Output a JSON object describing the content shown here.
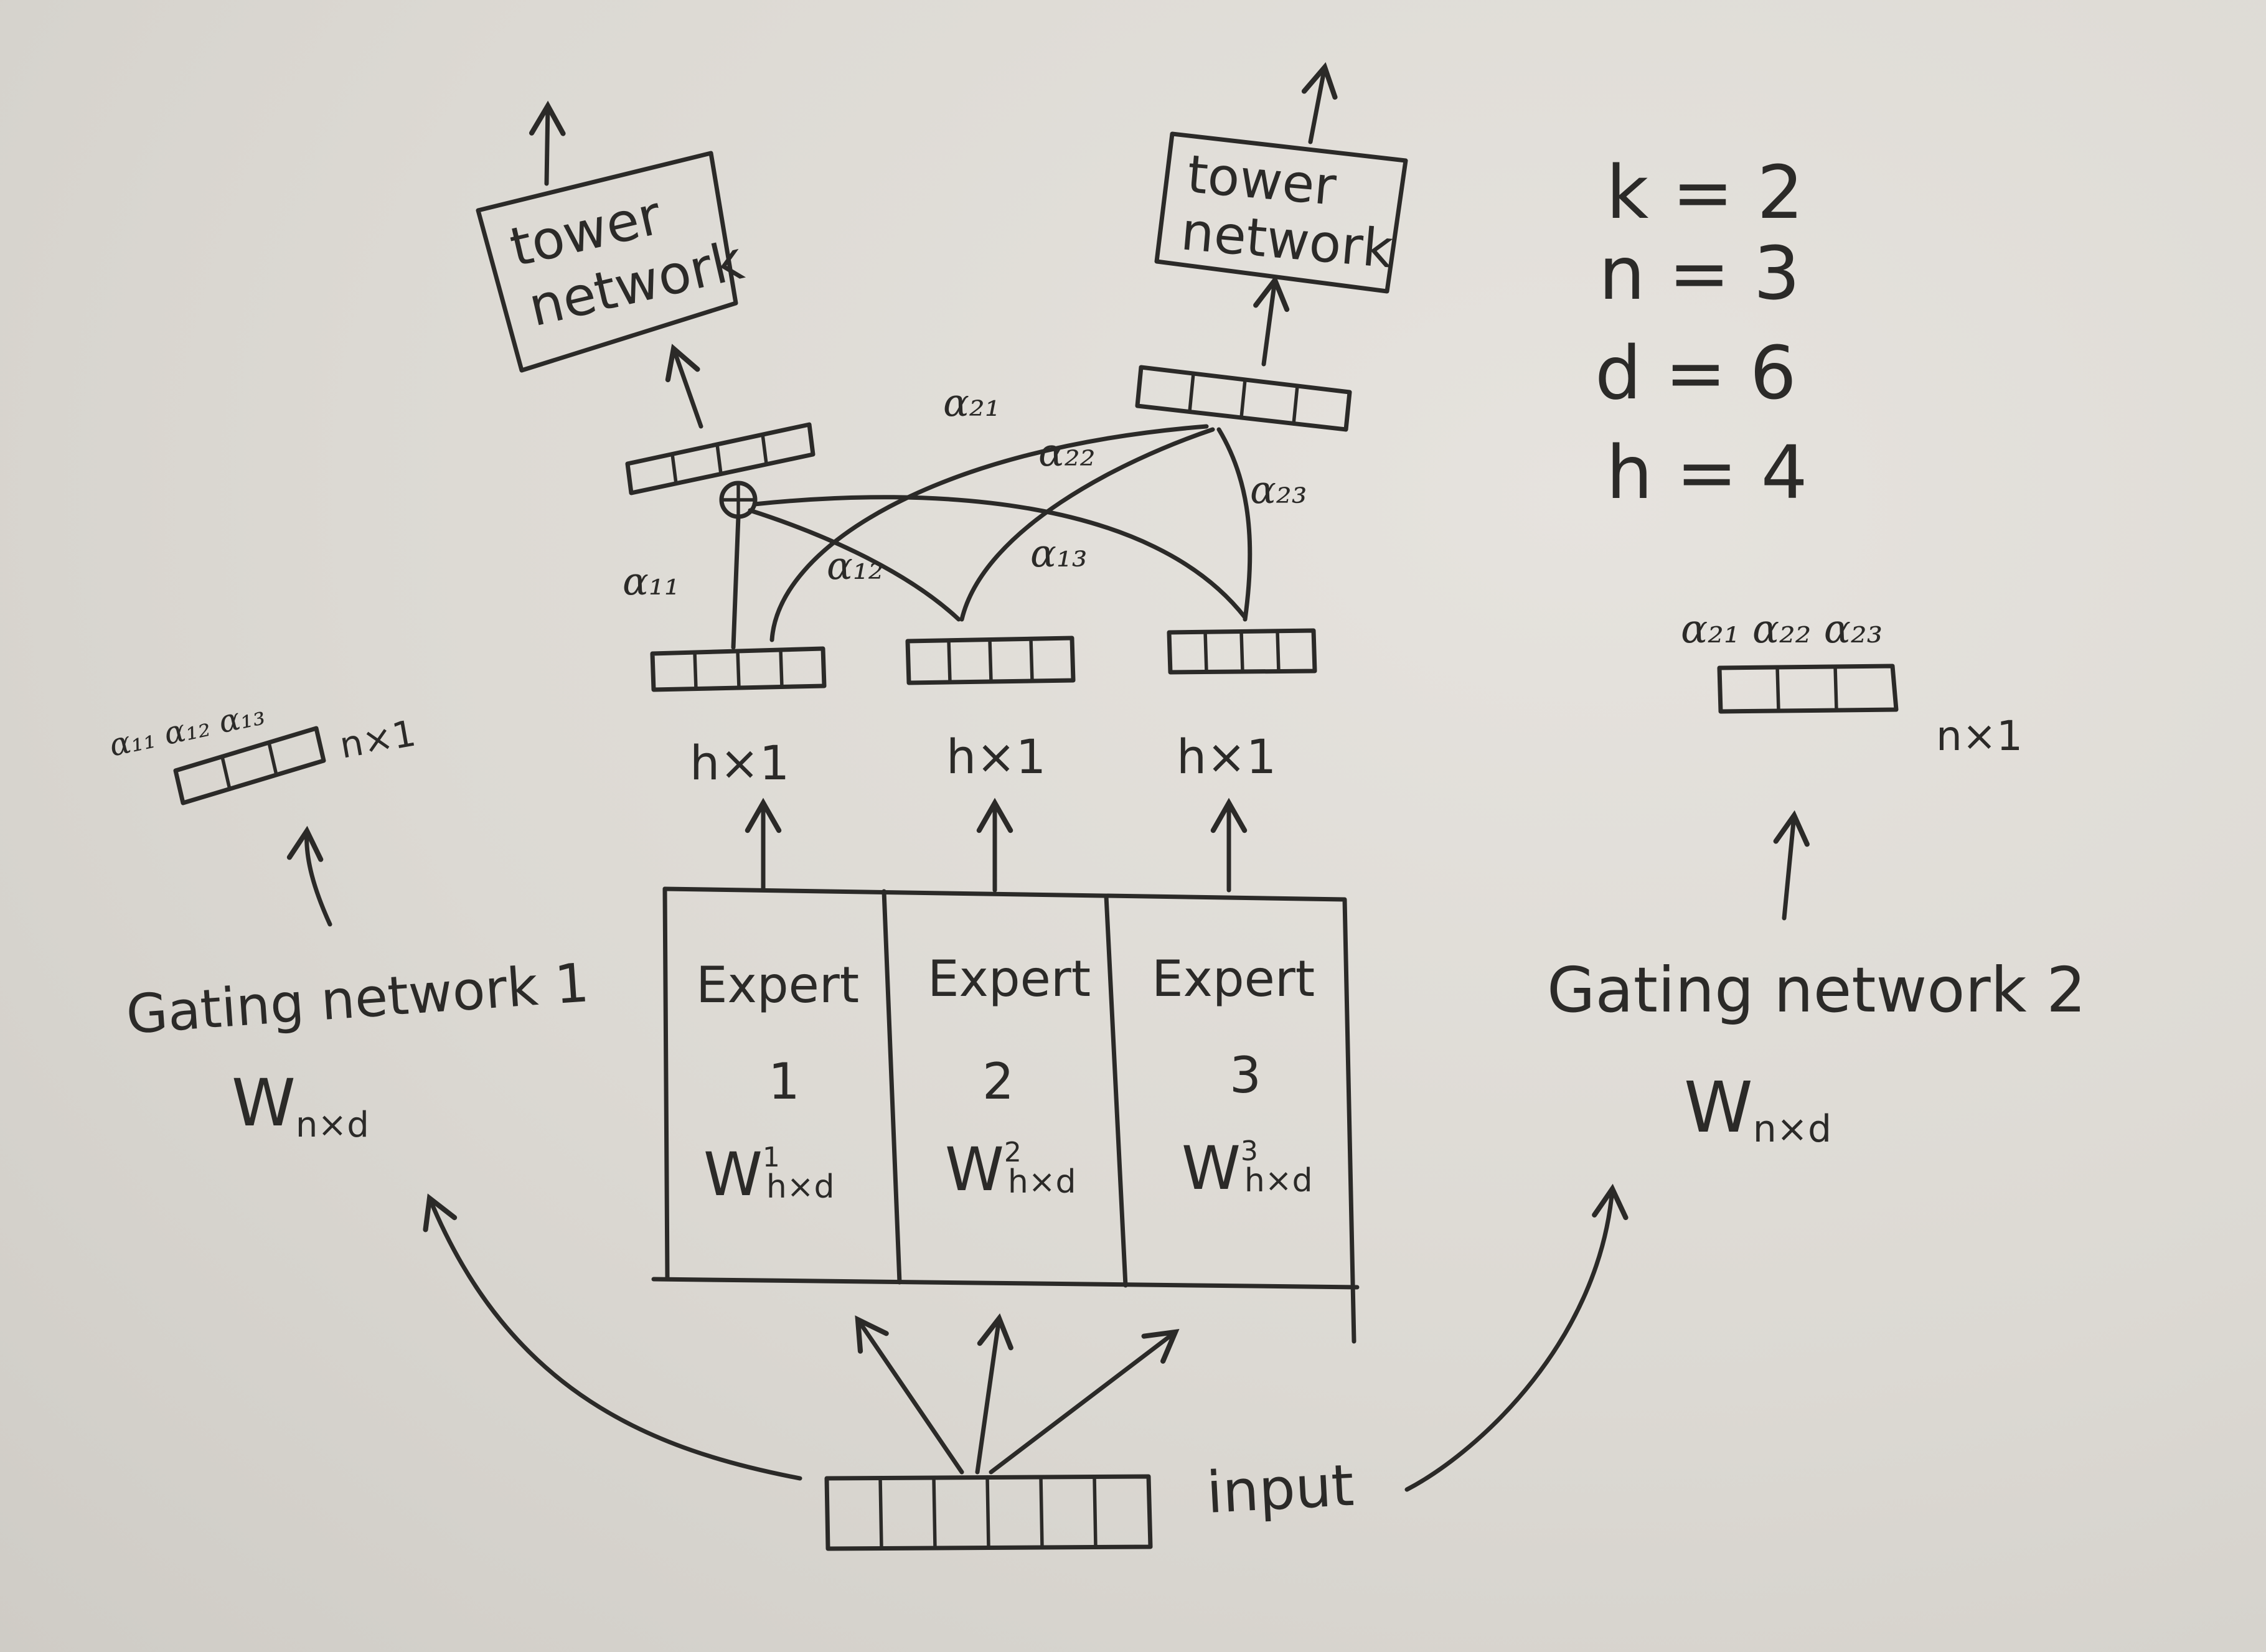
{
  "tower_1": {
    "line1": "tower",
    "line2": "network"
  },
  "tower_2": {
    "line1": "tower",
    "line2": "network"
  },
  "params": {
    "k": "k = 2",
    "n": "n = 3",
    "d": "d = 6",
    "h": "h = 4"
  },
  "alpha_labels": {
    "a11": "α₁₁",
    "a12": "α₁₂",
    "a13": "α₁₃",
    "a21": "α₂₁",
    "a22": "α₂₂",
    "a23": "α₂₃"
  },
  "gate1_out": {
    "labels": "α₁₁ α₁₂ α₁₃",
    "dim": "n×1"
  },
  "gate2_out": {
    "labels": "α₂₁ α₂₂ α₂₃",
    "dim": "n×1"
  },
  "expert_out_dims": [
    "h×1",
    "h×1",
    "h×1"
  ],
  "experts": [
    {
      "title": "Expert",
      "num": "1",
      "w": "W",
      "sup": "1",
      "sub": "h×d"
    },
    {
      "title": "Expert",
      "num": "2",
      "w": "W",
      "sup": "2",
      "sub": "h×d"
    },
    {
      "title": "Expert",
      "num": "3",
      "w": "W",
      "sup": "3",
      "sub": "h×d"
    }
  ],
  "gating_1": {
    "title": "Gating network 1",
    "w": "W",
    "sub": "n×d"
  },
  "gating_2": {
    "title": "Gating network 2",
    "w": "W",
    "sub": "n×d"
  },
  "input": {
    "label": "input"
  }
}
